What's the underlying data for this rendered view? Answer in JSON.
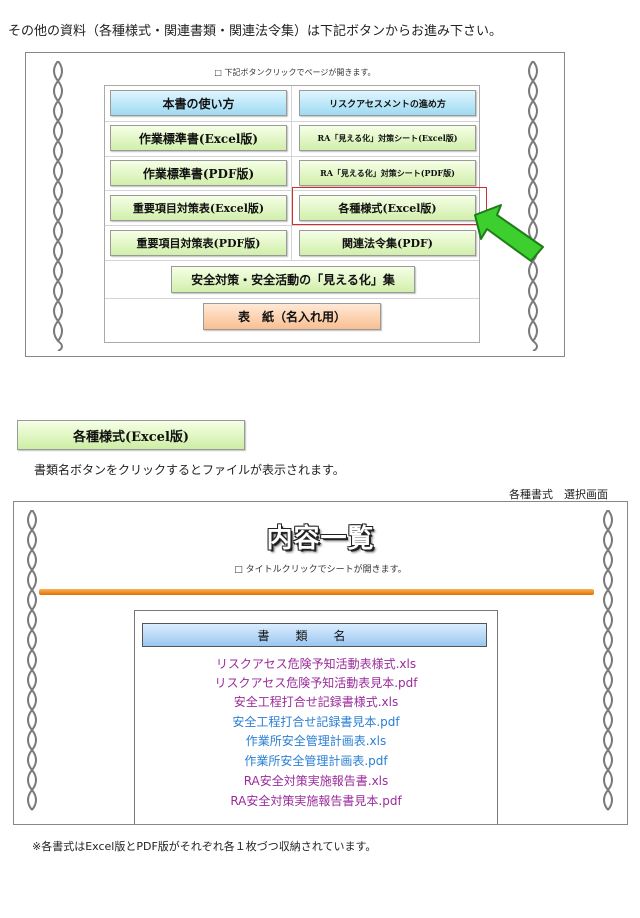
{
  "intro_text": "その他の資料（各種様式・関連書類・関連法令集）は下記ボタンからお進み下さい。",
  "top_panel": {
    "hint": "□ 下記ボタンクリックでページが開きます。",
    "buttons": {
      "honsho": "本書の使い方",
      "ra_susumekata": "リスクアセスメントの進め方",
      "sagyo_excel": "作業標準書(Excel版)",
      "ra_mieruka_excel": "RA「見える化」対策シート(Excel版)",
      "sagyo_pdf": "作業標準書(PDF版)",
      "ra_mieruka_pdf": "RA「見える化」対策シート(PDF版)",
      "juyo_excel": "重要項目対策表(Excel版)",
      "kakushu_excel": "各種様式(Excel版)",
      "juyo_pdf": "重要項目対策表(PDF版)",
      "kanren_pdf": "関連法令集(PDF)",
      "anzen_mieruka": "安全対策・安全活動の「見える化」集",
      "hyoshi": "表　紙（名入れ用）"
    }
  },
  "section_button": "各種様式(Excel版)",
  "description": "書類名ボタンをクリックするとファイルが表示されます。",
  "caption": "各種書式　選択画面",
  "content_screen": {
    "title": "内容一覧",
    "hint": "□ タイトルクリックでシートが開きます。",
    "list_header": "書類名",
    "files": [
      "リスクアセス危険予知活動表様式.xls",
      "リスクアセス危険予知活動表見本.pdf",
      "安全工程打合せ記録書様式.xls",
      "安全工程打合せ記録書見本.pdf",
      "作業所安全管理計画表.xls",
      "作業所安全管理計画表.pdf",
      "RA安全対策実施報告書.xls",
      "RA安全対策実施報告書見本.pdf"
    ]
  },
  "footnote": "※各書式はExcel版とPDF版がそれぞれ各１枚づつ収納されています。",
  "colors": {
    "accent_orange": "#e46f00",
    "file_link_purple": "#9b2b9b",
    "file_link_blue": "#2a7fd4",
    "highlight_red": "#d0302c",
    "arrow_green": "#3ccf2e"
  }
}
